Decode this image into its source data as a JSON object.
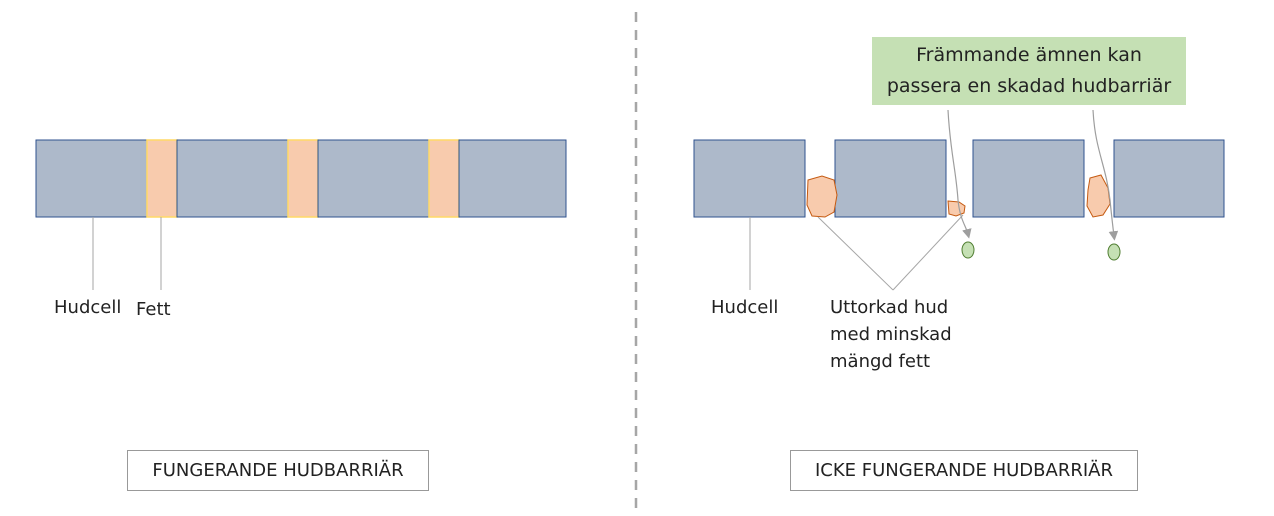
{
  "left_panel": {
    "label_hudcell": "Hudcell",
    "label_fett": "Fett",
    "caption": "FUNGERANDE HUDBARRIÄR"
  },
  "right_panel": {
    "label_hudcell": "Hudcell",
    "label_dry_skin": "Uttorkad hud\nmed minskad\nmängd fett",
    "callout": "Främmande ämnen kan\npassera en skadad hudbarriär",
    "caption": "ICKE FUNGERANDE HUDBARRIÄR"
  },
  "colors": {
    "cell_fill": "#adb9ca",
    "cell_stroke": "#2f528f",
    "fat_fill": "#f8cbad",
    "fat_stroke_left": "#ffd966",
    "particle_fill": "#c5e0b4",
    "callout_bg": "#c5e0b4",
    "divider": "#a6a6a6"
  }
}
